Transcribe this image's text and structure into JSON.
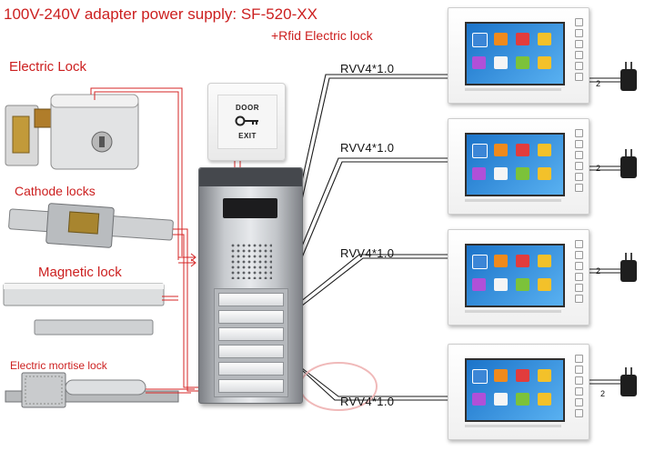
{
  "header": {
    "title": "100V-240V adapter power supply:  SF-520-XX",
    "subtitle": "+Rfid Electric lock"
  },
  "locks": [
    {
      "label": "Electric Lock"
    },
    {
      "label": "Cathode locks"
    },
    {
      "label": "Magnetic lock"
    },
    {
      "label": "Electric mortise lock"
    }
  ],
  "exit_button": {
    "top_text": "DOOR",
    "bottom_text": "EXIT"
  },
  "cables": [
    {
      "label": "RVV4*1.0"
    },
    {
      "label": "RVV4*1.0"
    },
    {
      "label": "RVV4*1.0"
    },
    {
      "label": "RVV4*1.0"
    }
  ],
  "adapter_wire_label": "2",
  "colors": {
    "red_text": "#cc1f1f",
    "wire": "#1a1a1a",
    "red_wire": "#d62424",
    "screen": "#1b73c9"
  },
  "icons": [
    "lock-icon",
    "door-key-icon",
    "monitor-icon",
    "power-adapter-icon",
    "call-button-icon"
  ]
}
